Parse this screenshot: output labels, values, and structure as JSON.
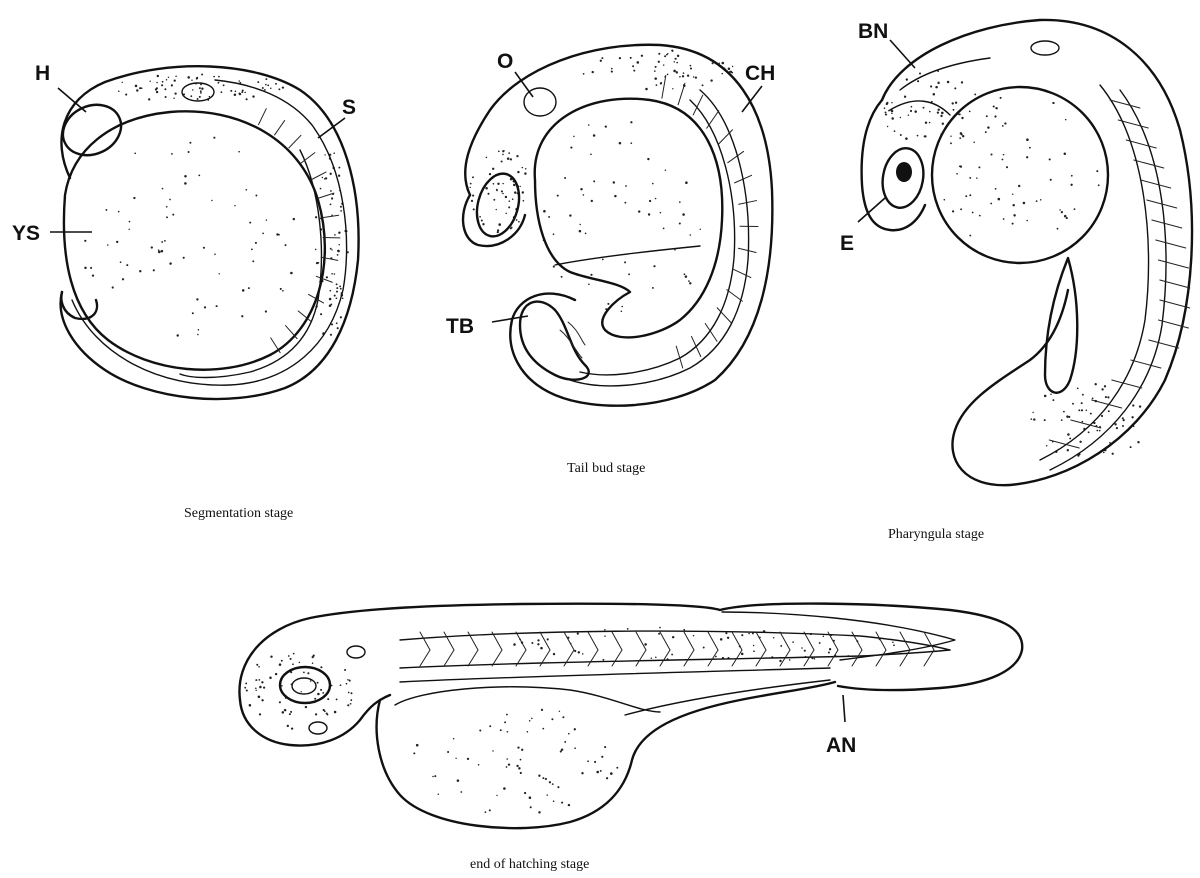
{
  "figures": {
    "segmentation": {
      "caption": "Segmentation stage",
      "labels": {
        "head": "H",
        "somites": "S",
        "yolk_sac": "YS"
      }
    },
    "tailbud": {
      "caption": "Tail bud stage",
      "labels": {
        "otic": "O",
        "notochord": "CH",
        "tail_bud": "TB"
      }
    },
    "pharyngula": {
      "caption": "Pharyngula stage",
      "labels": {
        "brain": "BN",
        "eye": "E"
      }
    },
    "hatching": {
      "caption": "end of hatching stage",
      "labels": {
        "anus": "AN"
      }
    }
  }
}
